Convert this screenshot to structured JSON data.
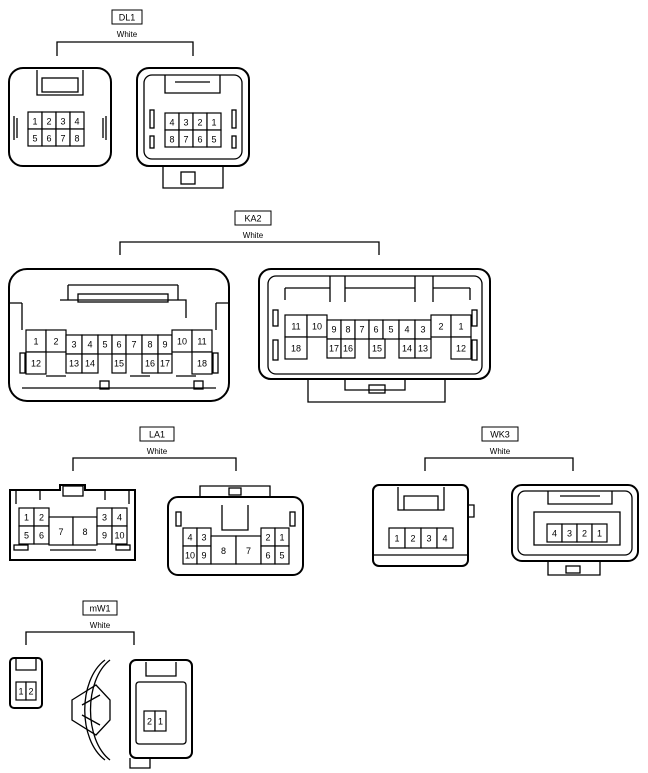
{
  "groups": [
    {
      "id": "DL1",
      "color": "White"
    },
    {
      "id": "KA2",
      "color": "White"
    },
    {
      "id": "LA1",
      "color": "White"
    },
    {
      "id": "WK3",
      "color": "White"
    },
    {
      "id": "mW1",
      "color": "White"
    }
  ],
  "pins": {
    "dl1_left": [
      "1",
      "2",
      "3",
      "4",
      "5",
      "6",
      "7",
      "8"
    ],
    "dl1_right": [
      "4",
      "3",
      "2",
      "1",
      "8",
      "7",
      "6",
      "5"
    ],
    "ka2_left": [
      "1",
      "2",
      "3",
      "4",
      "5",
      "6",
      "7",
      "8",
      "9",
      "10",
      "11",
      "12",
      "13",
      "14",
      "15",
      "16",
      "17",
      "18"
    ],
    "ka2_right": [
      "11",
      "10",
      "9",
      "8",
      "7",
      "6",
      "5",
      "4",
      "3",
      "2",
      "1",
      "18",
      "17",
      "16",
      "15",
      "14",
      "13",
      "12"
    ],
    "la1_left": [
      "1",
      "2",
      "5",
      "6",
      "7",
      "8",
      "3",
      "4",
      "9",
      "10"
    ],
    "la1_right": [
      "4",
      "3",
      "10",
      "9",
      "8",
      "7",
      "2",
      "1",
      "6",
      "5"
    ],
    "wk3_left": [
      "1",
      "2",
      "3",
      "4"
    ],
    "wk3_right": [
      "4",
      "3",
      "2",
      "1"
    ],
    "mw1_left": [
      "1",
      "2"
    ],
    "mw1_right": [
      "2",
      "1"
    ]
  }
}
